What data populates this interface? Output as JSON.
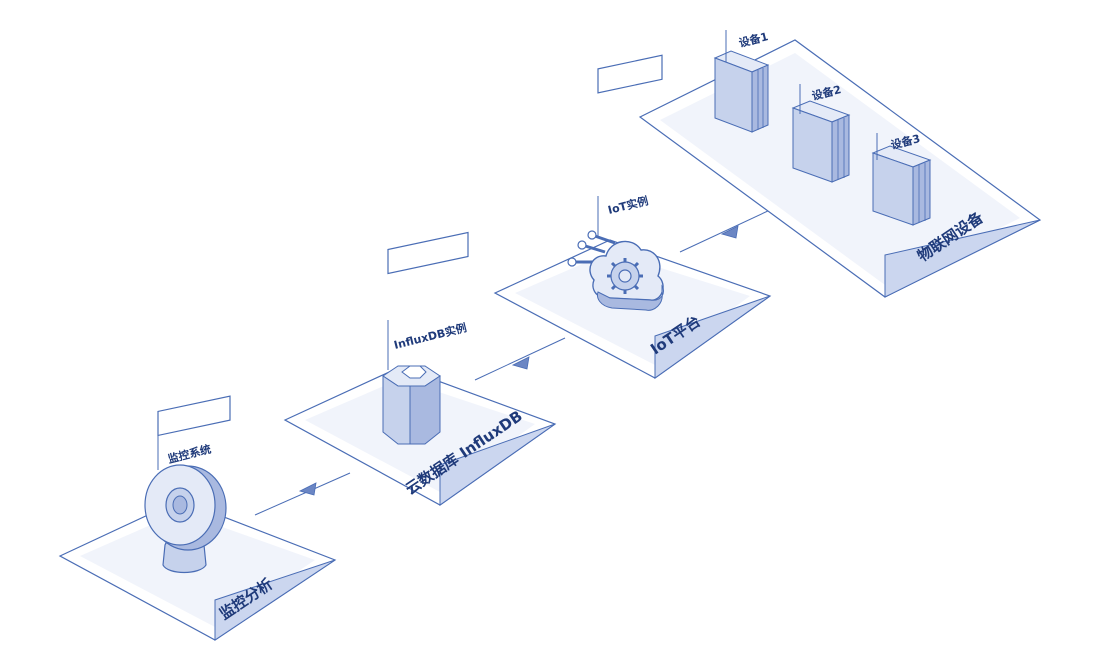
{
  "platforms": {
    "iot_devices": {
      "label": "物联网设备"
    },
    "iot_platform": {
      "label": "IoT平台"
    },
    "cloud_db": {
      "label": "云数据库 InfluxDB"
    },
    "monitoring": {
      "label": "监控分析"
    }
  },
  "tags": {
    "device1": "设备1",
    "device2": "设备2",
    "device3": "设备3",
    "iot_instance": "IoT实例",
    "influx_instance": "InfluxDB实例",
    "monitor_system": "监控系统"
  },
  "colors": {
    "stroke": "#4a6db5",
    "band": "#cbd6ef",
    "text": "#1f3a7a",
    "face_light": "#e4eaf7",
    "face_mid": "#c6d2ec",
    "face_dark": "#a9b9e0"
  }
}
